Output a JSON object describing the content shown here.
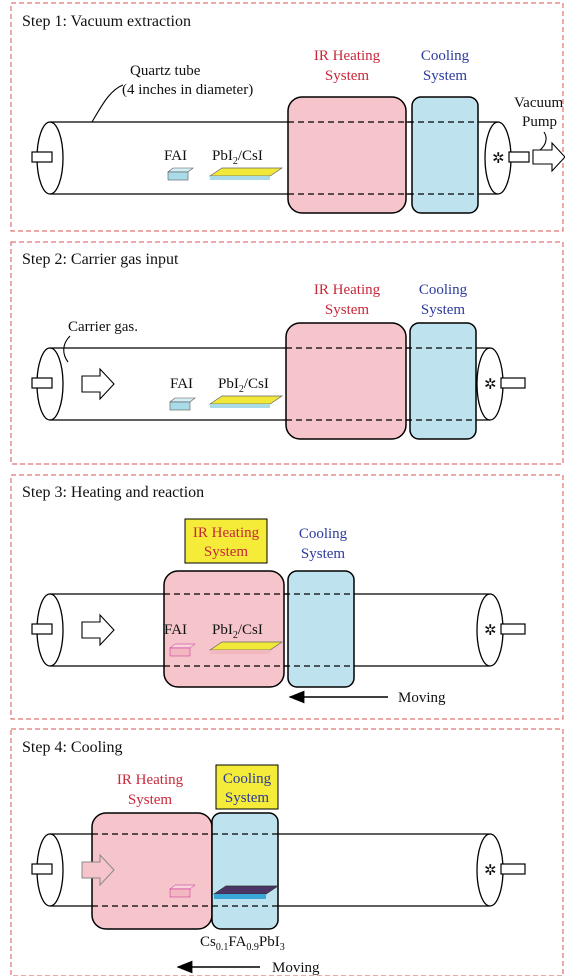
{
  "colors": {
    "heating_fill": "#f6c5cb",
    "cooling_fill": "#bfe3ee",
    "heating_label": "#c8283a",
    "cooling_label": "#2b3a9c",
    "label_highlight": "#f5ec3a",
    "fai_block": "#a9dbe8",
    "fai_block_heated": "#f3b7c1",
    "pbi2_plate": "#f1e83a",
    "product_plate": "#4a3566",
    "frame_dash": "#d9534f"
  },
  "icons": [
    "arrow-right-icon",
    "arrow-left-icon",
    "valve-icon"
  ],
  "steps": [
    {
      "title": "Step 1:  Vacuum extraction",
      "heating": [
        "IR Heating",
        "System"
      ],
      "cooling": [
        "Cooling",
        "System"
      ],
      "quartz": [
        "Quartz tube",
        "(4 inches in diameter)"
      ],
      "vacuum": [
        "Vacuum",
        "Pump"
      ],
      "fai": "FAI",
      "pbi": "PbI",
      "pbi_sub": "2",
      "pbi_suffix": "/CsI"
    },
    {
      "title": "Step 2:  Carrier gas input",
      "heating": [
        "IR Heating",
        "System"
      ],
      "cooling": [
        "Cooling",
        "System"
      ],
      "carrier": "Carrier gas.",
      "fai": "FAI",
      "pbi": "PbI",
      "pbi_sub": "2",
      "pbi_suffix": "/CsI"
    },
    {
      "title": "Step 3:  Heating and reaction",
      "heating": [
        "IR Heating",
        "System"
      ],
      "cooling": [
        "Cooling",
        "System"
      ],
      "fai": "FAI",
      "pbi": "PbI",
      "pbi_sub": "2",
      "pbi_suffix": "/CsI",
      "moving": "Moving"
    },
    {
      "title": "Step 4:  Cooling",
      "heating": [
        "IR Heating",
        "System"
      ],
      "cooling": [
        "Cooling",
        "System"
      ],
      "product": {
        "p1": "Cs",
        "s1": "0.1",
        "p2": "FA",
        "s2": "0.9",
        "p3": "PbI",
        "s3": "3"
      },
      "moving": "Moving"
    }
  ]
}
